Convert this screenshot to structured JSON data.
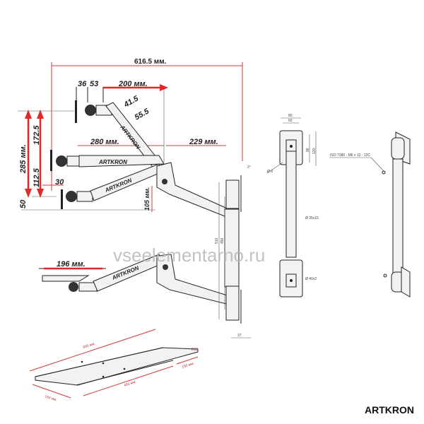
{
  "arm_diagram": {
    "total_width": "616.5 мм.",
    "dim_36": "36",
    "dim_53": "53",
    "dim_200": "200 мм.",
    "dim_41_5": "41.5",
    "dim_55_5": "55.5",
    "dim_280": "280 мм.",
    "dim_229": "229 мм.",
    "dim_285": "285 мм.",
    "dim_172_5": "172.5",
    "dim_112_5": "112.5",
    "dim_30": "30",
    "dim_50": "50",
    "dim_105": "105 мм.",
    "dim_196": "196 мм.",
    "arm_label": "ARTKRON",
    "angle": "2°",
    "dim_450": "450",
    "dim_510": "510",
    "dim_37": "37"
  },
  "pole_drawing": {
    "dim_80": "80",
    "dim_60": "60",
    "dim_96": "96",
    "dim_120": "120",
    "hole": "Ø 9",
    "tube": "Ø 35x15",
    "cap": "Ø 40x2",
    "screw": "ISO 7380 - M6 x 12 - 12C"
  },
  "plate": {
    "length": "600 мм.",
    "radius": "R50",
    "side": "150 мм.",
    "inner_length": "450 мм.",
    "width": "150 мм."
  },
  "watermark": "vseelementarno.ru",
  "brand": "ARTKRON"
}
